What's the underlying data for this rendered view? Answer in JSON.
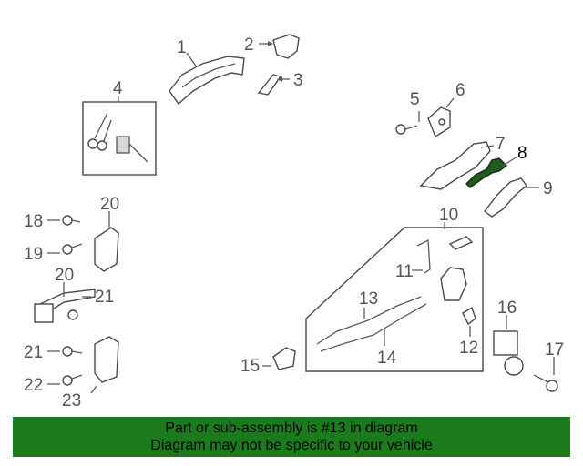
{
  "callouts": [
    {
      "id": "1",
      "label": "1"
    },
    {
      "id": "2",
      "label": "2"
    },
    {
      "id": "3",
      "label": "3"
    },
    {
      "id": "4",
      "label": "4"
    },
    {
      "id": "5",
      "label": "5"
    },
    {
      "id": "6",
      "label": "6"
    },
    {
      "id": "7",
      "label": "7"
    },
    {
      "id": "8",
      "label": "8"
    },
    {
      "id": "9",
      "label": "9"
    },
    {
      "id": "10",
      "label": "10"
    },
    {
      "id": "11",
      "label": "11"
    },
    {
      "id": "12",
      "label": "12"
    },
    {
      "id": "13",
      "label": "13"
    },
    {
      "id": "14",
      "label": "14"
    },
    {
      "id": "15",
      "label": "15"
    },
    {
      "id": "16",
      "label": "16"
    },
    {
      "id": "17",
      "label": "17"
    },
    {
      "id": "18",
      "label": "18"
    },
    {
      "id": "19",
      "label": "19"
    },
    {
      "id": "20a",
      "label": "20"
    },
    {
      "id": "20b",
      "label": "20"
    },
    {
      "id": "21a",
      "label": "21"
    },
    {
      "id": "21b",
      "label": "21"
    },
    {
      "id": "22",
      "label": "22"
    },
    {
      "id": "23",
      "label": "23"
    }
  ],
  "highlighted_part": "13",
  "colors": {
    "highlight_part": "#1f5c1f",
    "banner": "#1b7a1b"
  },
  "banner": {
    "line1": "Part or sub-assembly is #13 in diagram",
    "line2": "Diagram may not be specific to your vehicle"
  }
}
